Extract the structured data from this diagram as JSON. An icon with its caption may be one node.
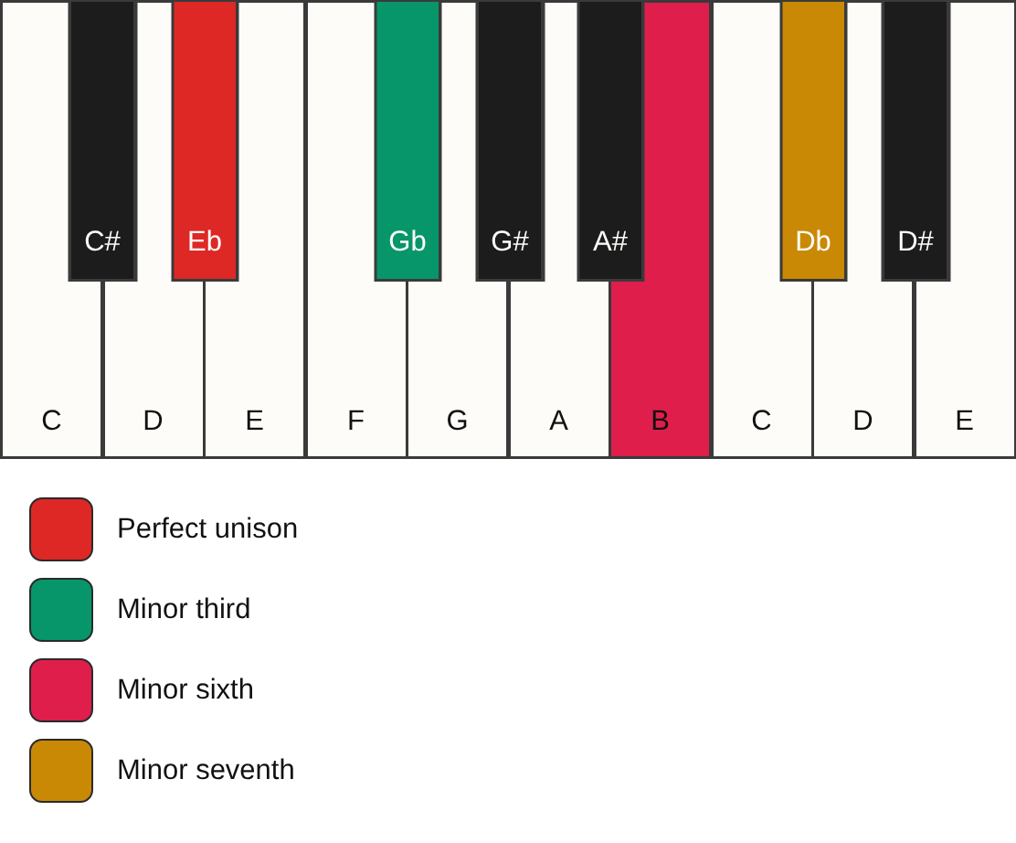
{
  "diagram": {
    "nodes": [
      {
        "text": [
          "C"
        ]
      },
      {
        "text": [
          "C#"
        ]
      },
      {
        "text": [
          "D"
        ]
      },
      {
        "text": [
          "Eb"
        ]
      },
      {
        "text": [
          "E"
        ]
      },
      {
        "text": [
          "F"
        ]
      },
      {
        "text": [
          "Gb"
        ]
      },
      {
        "text": [
          "G"
        ]
      },
      {
        "text": [
          "G#"
        ]
      },
      {
        "text": [
          "A"
        ]
      },
      {
        "text": [
          "A#"
        ]
      },
      {
        "text": [
          "B"
        ]
      },
      {
        "text": [
          "C"
        ]
      },
      {
        "text": [
          "Db"
        ]
      },
      {
        "text": [
          "D"
        ]
      },
      {
        "text": [
          "D#"
        ]
      },
      {
        "text": [
          "E"
        ]
      }
    ],
    "legend": [
      {
        "text": "Perfect unison",
        "color": "#dd2826"
      },
      {
        "text": "Minor third",
        "color": "#06966a"
      },
      {
        "text": "Minor sixth",
        "color": "#e01e4b"
      },
      {
        "text": "Minor seventh",
        "color": "#c98904"
      }
    ]
  }
}
